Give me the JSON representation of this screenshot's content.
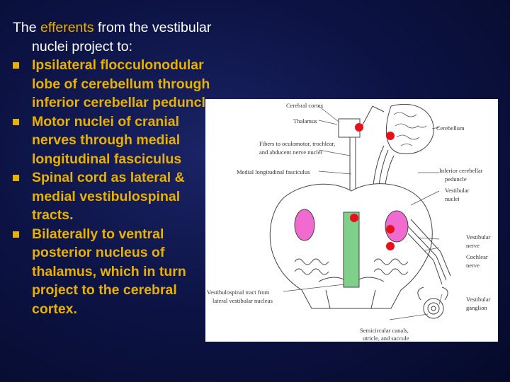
{
  "text": {
    "intro_pre": "The ",
    "intro_highlight": "efferents",
    "intro_post": " from the vestibular nuclei project to:",
    "bullets": [
      "Ipsilateral flocculonodular lobe of cerebellum through inferior cerebellar peduncle",
      "Motor nuclei of cranial nerves through medial longitudinal fasciculus",
      "Spinal cord as lateral & medial vestibulospinal tracts.",
      "Bilaterally to ventral posterior nucleus of thalamus, which in turn project to the cerebral cortex."
    ]
  },
  "diagram": {
    "labels": {
      "cerebral_cortex": "Cerebral cortex",
      "thalamus": "Thalamus",
      "cerebellum": "Cerebellum",
      "fibers_1": "Fibers to oculomotor, trochlear,",
      "fibers_2": "and abducent nerve nuclei",
      "mlf": "Medial longitudinal fasciculus",
      "icp_1": "Inferior cerebellar",
      "icp_2": "peduncle",
      "vn_1": "Vestibular",
      "vn_2": "nuclei",
      "vnerve_1": "Vestibular",
      "vnerve_2": "nerve",
      "cnerve_1": "Cochlear",
      "cnerve_2": "nerve",
      "vst_1": "Vestibulospinal tract from",
      "vst_2": "lateral  vestibular nucleus",
      "vg_1": "Vestibular",
      "vg_2": "ganglion",
      "sc_1": "Semicircular canals,",
      "sc_2": "utricle, and saccule"
    }
  },
  "colors": {
    "background": "#0d1446",
    "highlight": "#e8b000",
    "marker": "#e8101a",
    "pink_region": "#f06ad0",
    "green_tract": "#7fd08a"
  }
}
